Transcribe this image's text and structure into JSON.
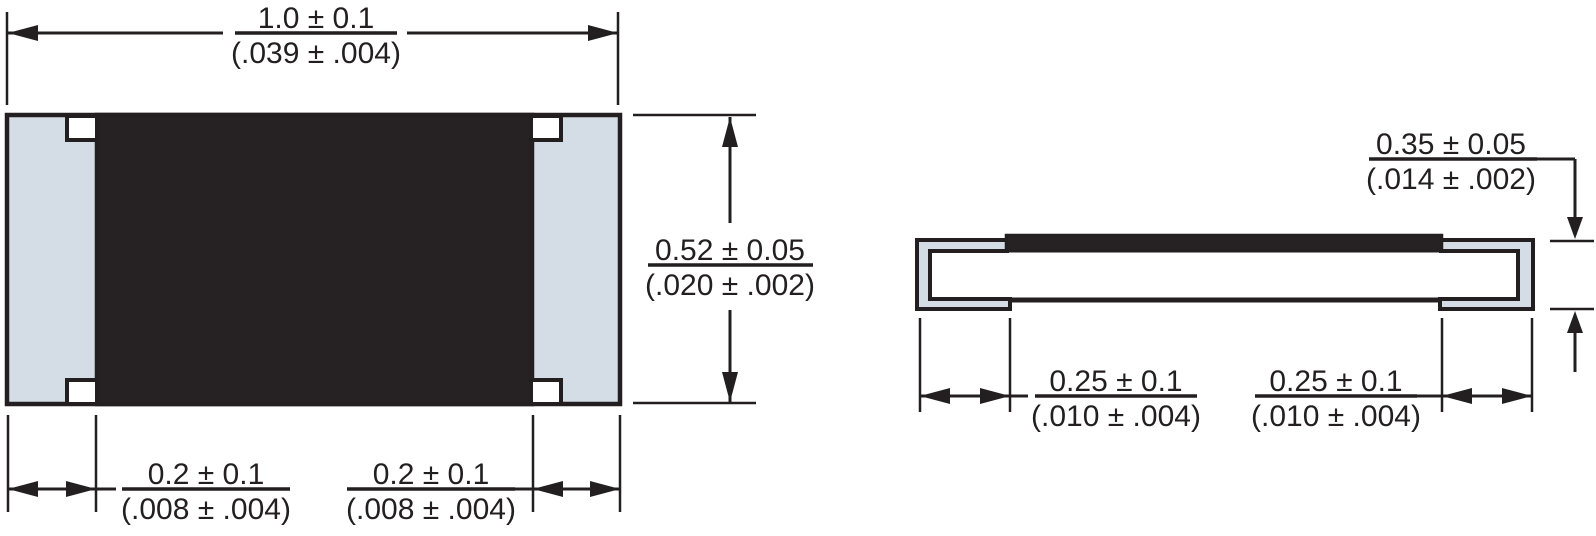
{
  "colors": {
    "background": "#ffffff",
    "line": "#231f20",
    "text": "#231f20",
    "terminal_fill": "#d4dde5",
    "resistor_body_fill": "#262223",
    "substrate_fill": "#ffffff",
    "electrode_mark_fill": "#ffffff"
  },
  "top_view": {
    "length": {
      "mm": "1.0 ± 0.1",
      "inch": "(.039 ± .004)"
    },
    "width": {
      "mm": "0.52 ± 0.05",
      "inch": "(.020 ± .002)"
    },
    "left_termination": {
      "mm": "0.2 ± 0.1",
      "inch": "(.008 ± .004)"
    },
    "right_termination": {
      "mm": "0.2 ± 0.1",
      "inch": "(.008 ± .004)"
    }
  },
  "side_view": {
    "thickness": {
      "mm": "0.35 ± 0.05",
      "inch": "(.014 ± .002)"
    },
    "left_termination": {
      "mm": "0.25 ± 0.1",
      "inch": "(.010 ± .004)"
    },
    "right_termination": {
      "mm": "0.25 ± 0.1",
      "inch": "(.010 ± .004)"
    }
  }
}
